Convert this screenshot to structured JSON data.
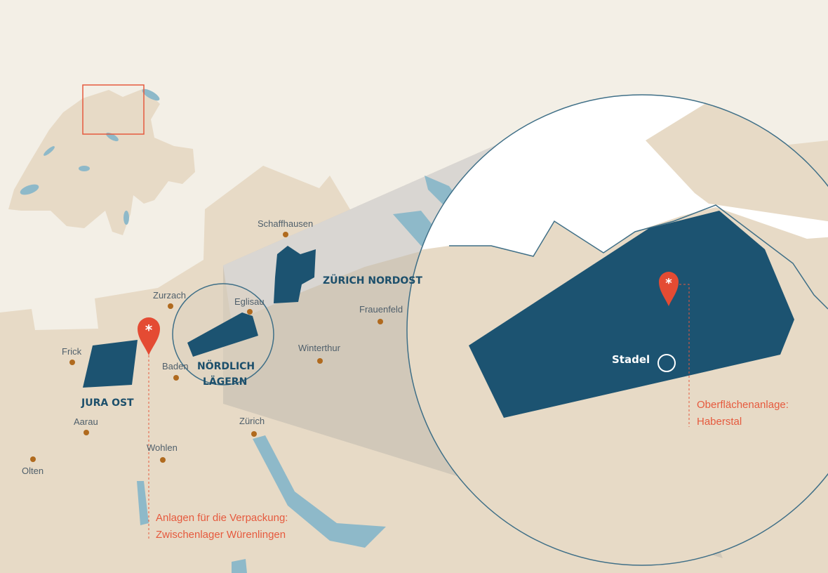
{
  "colors": {
    "land": "#e7dac6",
    "land_outside": "#f3efe6",
    "region": "#1c5371",
    "region_dark": "#1a4d69",
    "water": "#8eb9c9",
    "marker": "#e44b33",
    "note_text": "#e65a3e",
    "city_dot": "#b06a1e",
    "circle_stroke": "#3f6f87"
  },
  "cities": [
    {
      "name": "Schaffhausen"
    },
    {
      "name": "Zurzach"
    },
    {
      "name": "Eglisau"
    },
    {
      "name": "Frauenfeld"
    },
    {
      "name": "Frick"
    },
    {
      "name": "Baden"
    },
    {
      "name": "Winterthur"
    },
    {
      "name": "Aarau"
    },
    {
      "name": "Zürich"
    },
    {
      "name": "Wohlen"
    },
    {
      "name": "Olten"
    }
  ],
  "regions": {
    "zurich_nordost": "ZÜRICH NORDOST",
    "jura_ost": "JURA OST",
    "noerdlich_laegern_line1": "NÖRDLICH",
    "noerdlich_laegern_line2": "LÄGERN"
  },
  "annotations": {
    "verpackung_line1": "Anlagen für die Verpackung:",
    "verpackung_line2": "Zwischenlager Würenlingen",
    "oberflaeche_line1": "Oberflächenanlage:",
    "oberflaeche_line2": "Haberstal",
    "stadel": "Stadel"
  },
  "icons": {
    "site_marker": "map-pin-asterisk-icon",
    "stadel_location": "open-circle-icon",
    "inset_frame": "rectangle-frame"
  }
}
